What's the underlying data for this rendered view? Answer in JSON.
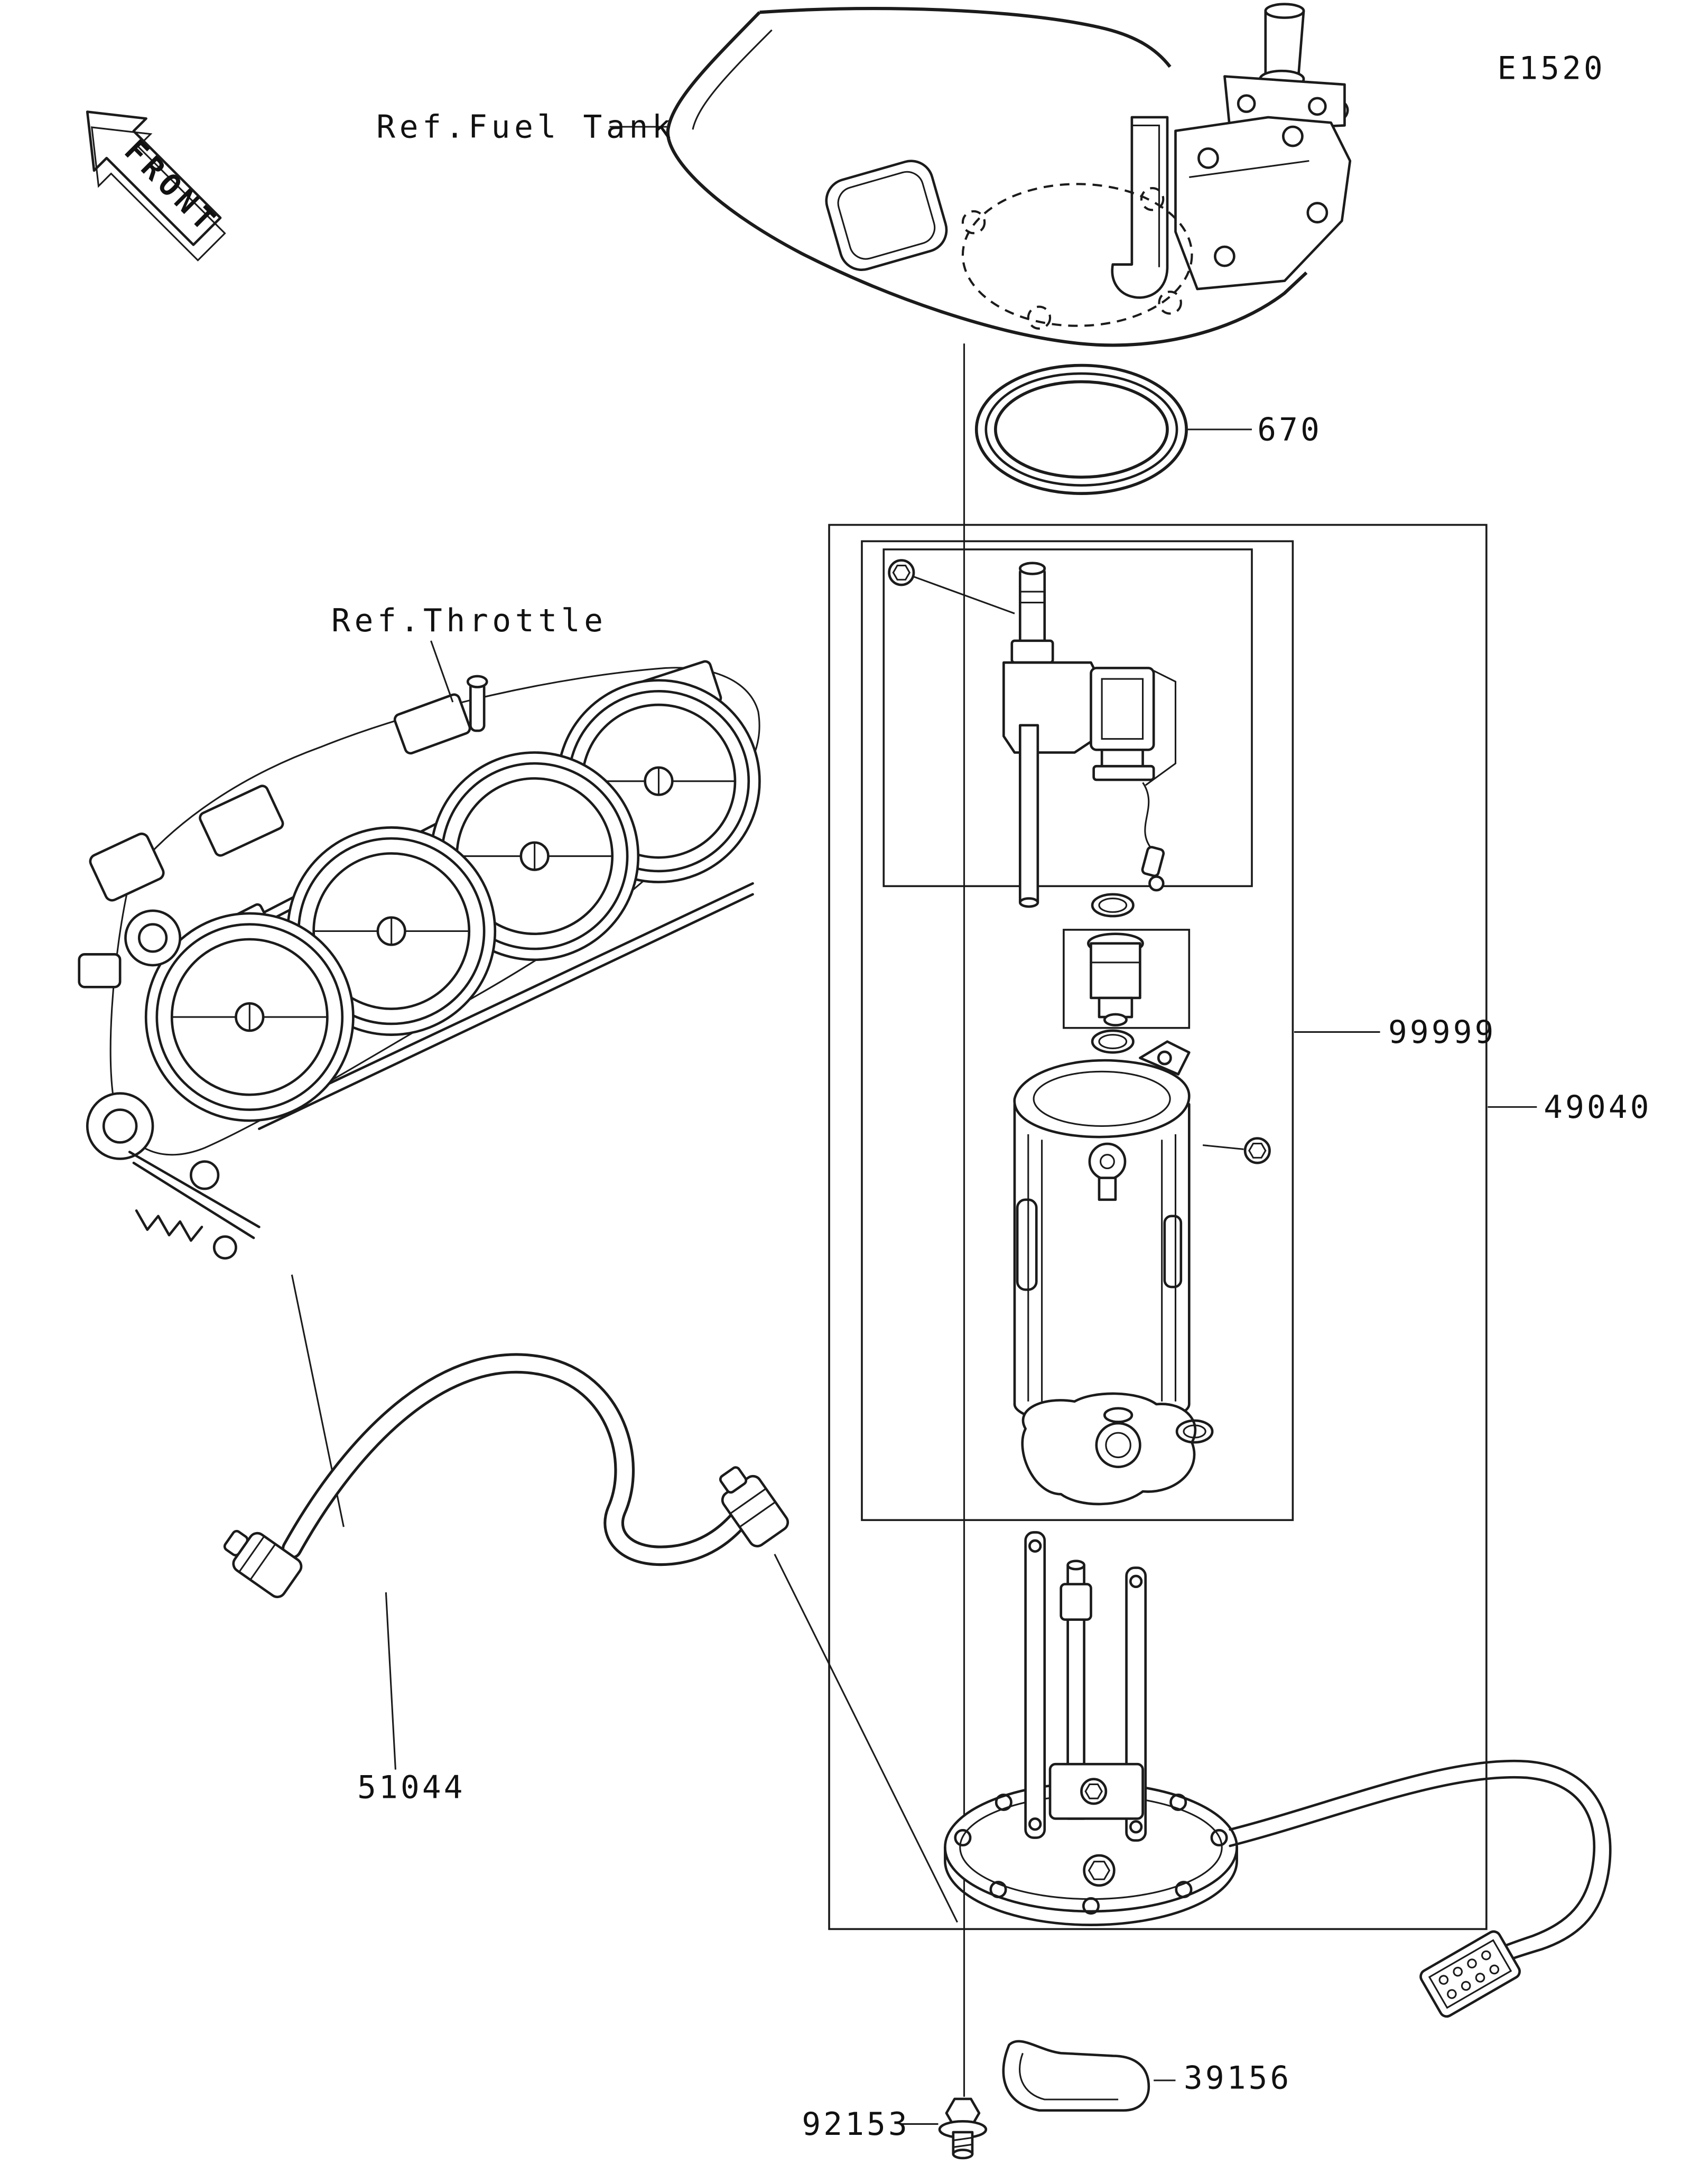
{
  "page": {
    "code": "E1520",
    "background": "#ffffff",
    "ink": "#1b1b1b"
  },
  "labels": {
    "front": "FRONT",
    "fuel_tank_ref": "Ref.Fuel Tank",
    "throttle_ref": "Ref.Throttle"
  },
  "parts": {
    "gasket": "670",
    "pump_service_assembly": "99999",
    "fuel_pump": "49040",
    "fuel_hose": "51044",
    "damper": "39156",
    "bolt": "92153"
  }
}
